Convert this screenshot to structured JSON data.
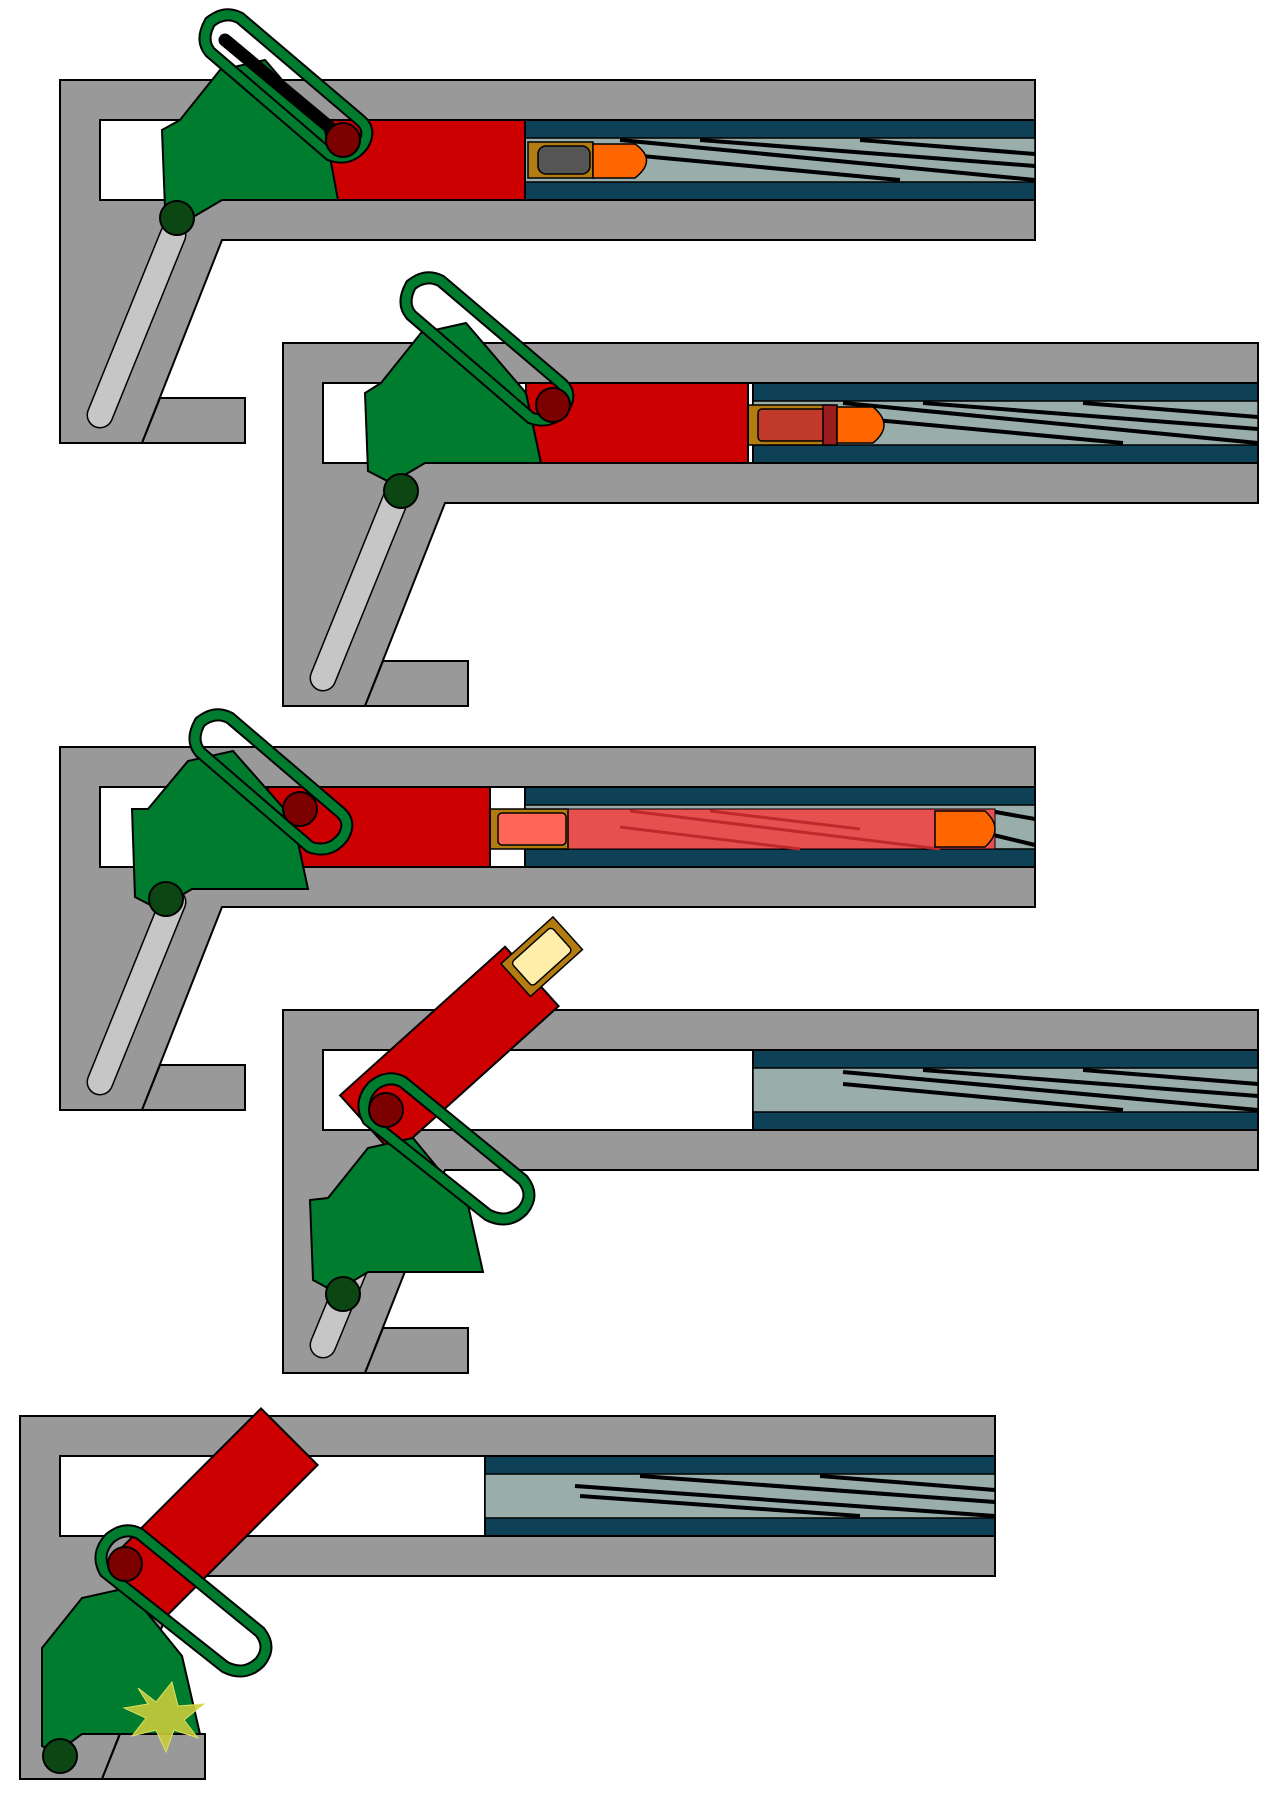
{
  "diagram": {
    "panel_count": 5,
    "panels": [
      {
        "id": 1,
        "state": "in battery, cartridge chambered"
      },
      {
        "id": 2,
        "state": "firing, powder burning"
      },
      {
        "id": 3,
        "state": "bullet travelling down bore, breech begins to open"
      },
      {
        "id": 4,
        "state": "breech open, empty case ejected"
      },
      {
        "id": 5,
        "state": "breech block fully rotated, hammer strike"
      }
    ],
    "colors": {
      "frame": "#999999",
      "barrel": "#0e4155",
      "bore": "#99aeaa",
      "breech_block": "#cc0000",
      "lever": "#007c2f",
      "pivot": "#0c4713",
      "pin": "#7c0000",
      "bullet": "#ff6600",
      "case": "#b37c10",
      "spark": "#c8cc3c"
    }
  }
}
